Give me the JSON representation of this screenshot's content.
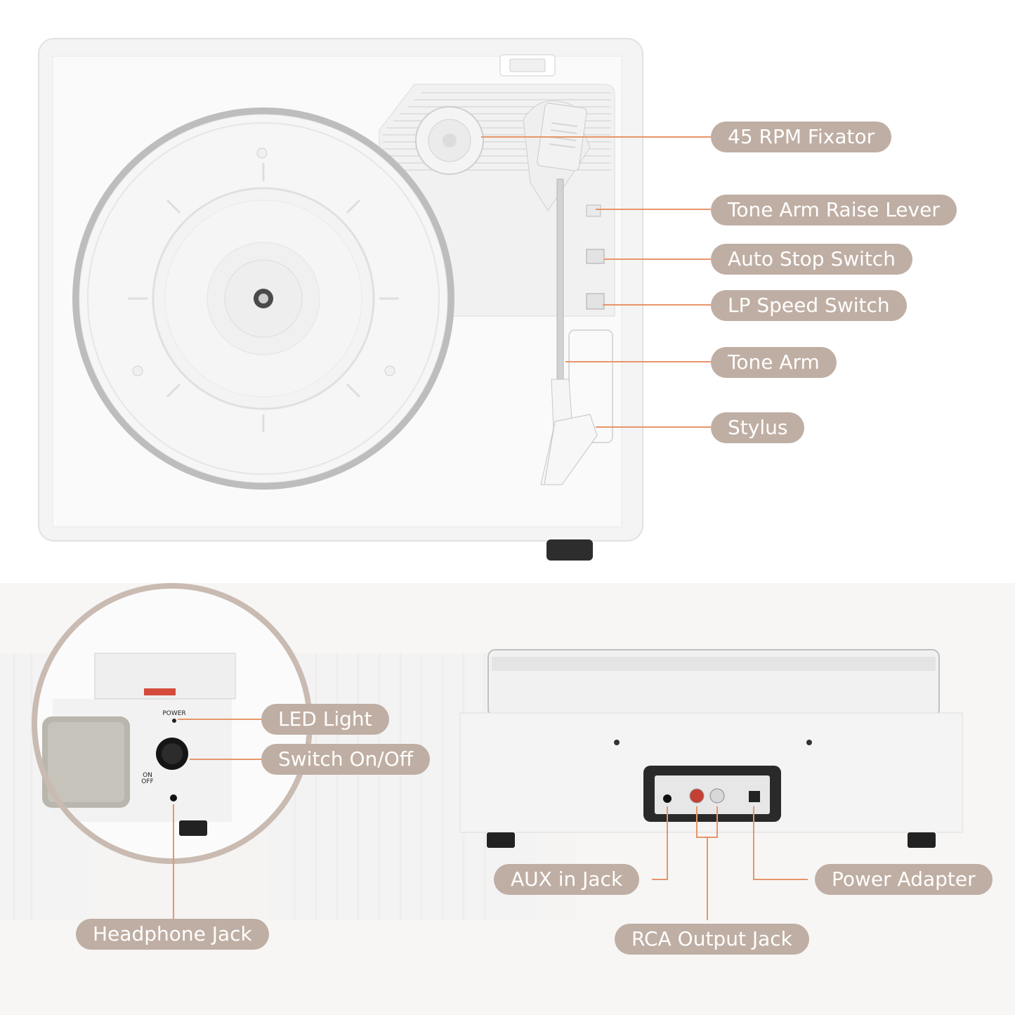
{
  "panel_labels": {
    "power": "POWER",
    "on": "ON",
    "off": "OFF"
  },
  "callouts": {
    "rpm_fixator": "45 RPM Fixator",
    "tone_arm_raise_lever": "Tone Arm Raise Lever",
    "auto_stop_switch": "Auto Stop Switch",
    "lp_speed_switch": "LP Speed Switch",
    "tone_arm": "Tone Arm",
    "stylus": "Stylus",
    "led_light": "LED Light",
    "switch_on_off": "Switch On/Off",
    "headphone_jack": "Headphone Jack",
    "aux_in_jack": "AUX in Jack",
    "rca_output_jack": "RCA Output Jack",
    "power_adapter": "Power Adapter"
  },
  "colors": {
    "callout_bg": "#bfaea3",
    "callout_text": "#ffffff",
    "leader_line": "#e8956a",
    "body": "#f3f3f3",
    "panel_dark": "#2a2a2a"
  }
}
